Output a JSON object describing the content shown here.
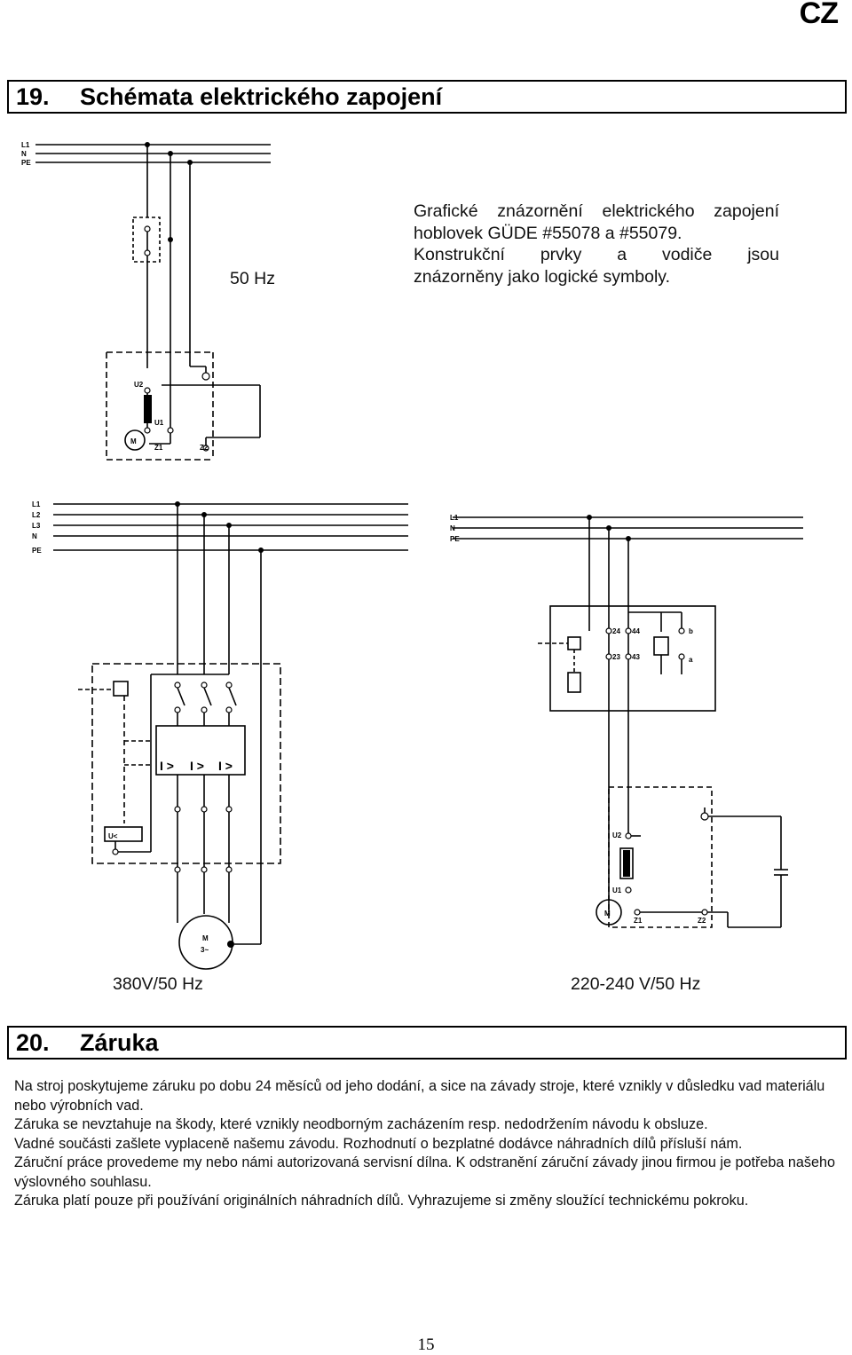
{
  "header": {
    "language": "CZ"
  },
  "section19": {
    "number": "19.",
    "title": "Schémata elektrického zapojení",
    "description_lines": [
      "Grafické znázornění elektrického zapojení",
      "hoblovek GÜDE #55078 a #55079.",
      "Konstrukční prvky a vodiče jsou",
      "znázorněny jako logické symboly."
    ],
    "diagram_labels": {
      "freq_50hz": "50 Hz",
      "three_phase": "380V/50 Hz",
      "single_phase": "220-240 V/50 Hz"
    },
    "terminals": {
      "l1": "L1",
      "l2": "L2",
      "l3": "L3",
      "n": "N",
      "pe": "PE",
      "u1": "U1",
      "u2": "U2",
      "z1": "Z1",
      "z2": "Z2",
      "motor": "M",
      "motor3": "3~",
      "undervolt": "U<",
      "overcurrent": "I >",
      "c24": "24",
      "c44": "44",
      "c23": "23",
      "c43": "43",
      "ca": "a",
      "cb": "b"
    }
  },
  "section20": {
    "number": "20.",
    "title": "Záruka",
    "paragraphs": [
      "Na stroj poskytujeme záruku po dobu 24 měsíců od jeho dodání, a sice na závady stroje, které vznikly v důsledku vad materiálu nebo výrobních vad.",
      "Záruka se nevztahuje na škody, které vznikly neodborným zacházením resp. nedodržením návodu k obsluze.",
      "Vadné součásti zašlete vyplaceně našemu závodu. Rozhodnutí o bezplatné dodávce náhradních dílů přísluší nám.",
      "Záruční práce provedeme my nebo námi autorizovaná servisní dílna. K odstranění záruční závady jinou firmou je potřeba našeho výslovného souhlasu.",
      "Záruka platí pouze při používání originálních náhradních dílů. Vyhrazujeme si změny sloužící technickému pokroku."
    ]
  },
  "footer": {
    "page_number": "15"
  }
}
